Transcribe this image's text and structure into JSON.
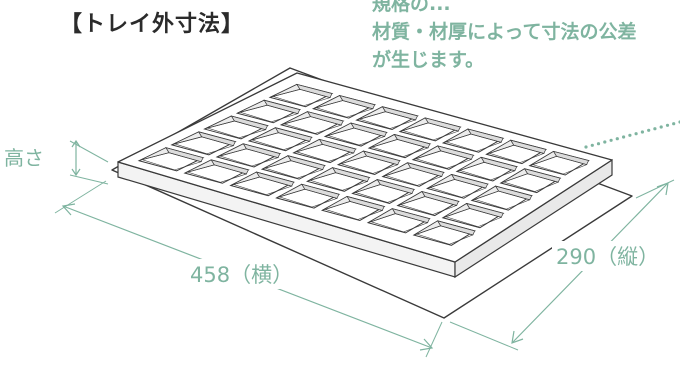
{
  "title": "【トレイ外寸法】",
  "note_lines": [
    "規格の...",
    "材質・材厚によって寸法の公差",
    "が生じます。"
  ],
  "dimensions": {
    "height_label": "高さ",
    "width_label": "458（横）",
    "depth_label": "290（縦）"
  },
  "tray": {
    "rows": 5,
    "columns": 7
  },
  "colors": {
    "accent": "#7fb4a0",
    "line": "#3a3a3a",
    "text": "#2b2b2b"
  }
}
